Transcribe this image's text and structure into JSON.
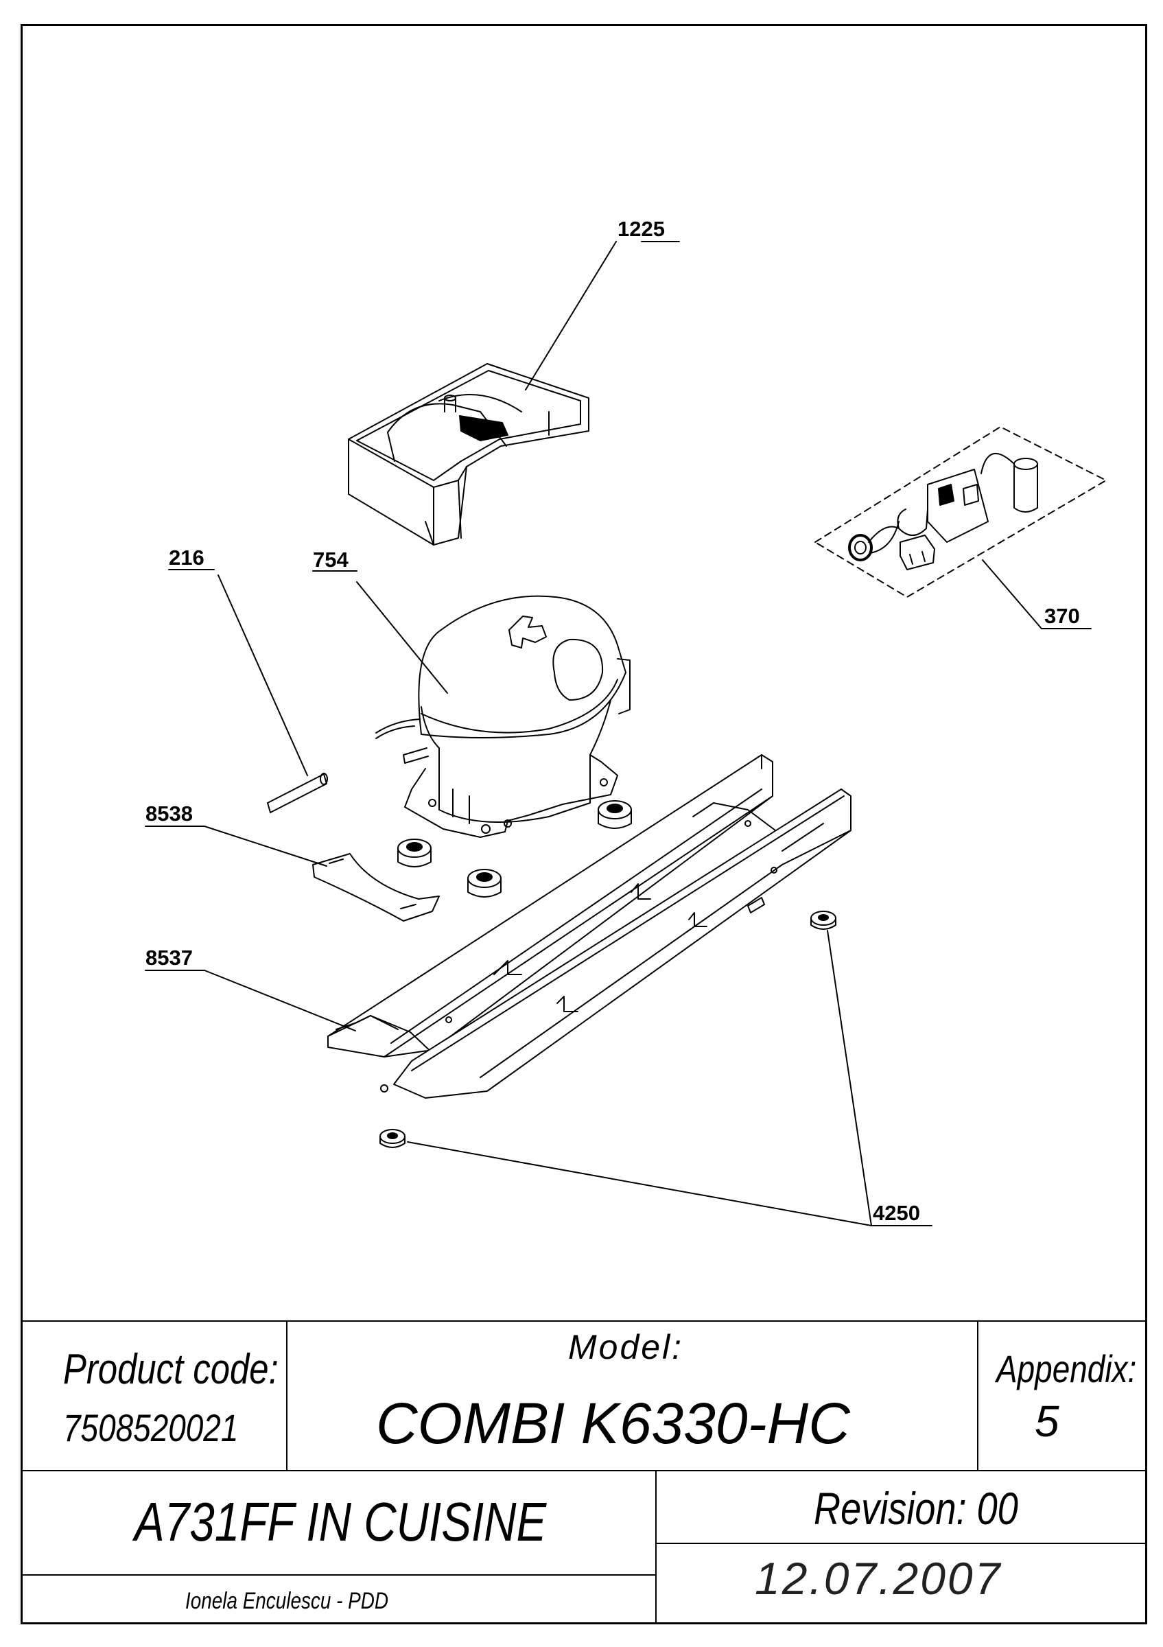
{
  "callouts": {
    "p1225": "1225",
    "p216": "216",
    "p754": "754",
    "p370": "370",
    "p8538": "8538",
    "p8537": "8537",
    "p4250": "4250"
  },
  "title_block": {
    "product_code_label": "Product code:",
    "product_code": "7508520021",
    "model_label": "Model:",
    "model": "COMBI K6330-HC",
    "appendix_label": "Appendix:",
    "appendix": "5",
    "description": "A731FF IN CUISINE",
    "revision": "Revision: 00",
    "author": "Ionela Enculescu - PDD",
    "date": "12.07.2007"
  }
}
